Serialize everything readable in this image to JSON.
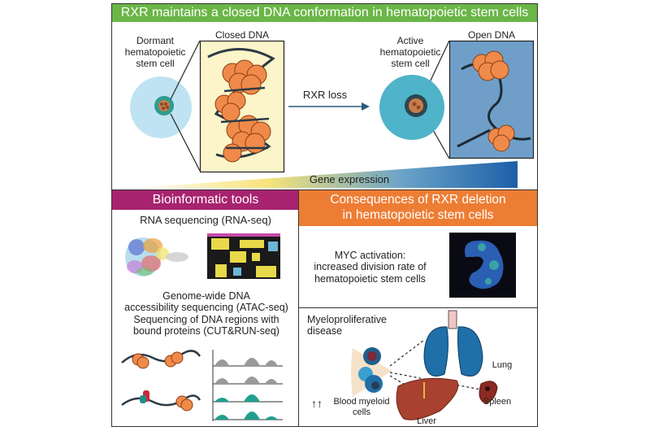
{
  "top": {
    "title": "RXR maintains a closed DNA conformation in hematopoietic stem cells",
    "dormant_label": "Dormant\nhematopoietic\nstem cell",
    "closed_dna_label": "Closed DNA",
    "arrow_label": "RXR loss",
    "active_label": "Active\nhematopoietic\nstem cell",
    "open_dna_label": "Open DNA",
    "gradient_label": "Gene expression"
  },
  "tools": {
    "title": "Bioinformatic tools",
    "rnaseq_label": "RNA sequencing (RNA-seq)",
    "atac_label": "Genome-wide DNA\naccessibility sequencing (ATAC-seq)\nSequencing of DNA regions with\nbound proteins (CUT&RUN-seq)"
  },
  "consequences": {
    "title": "Consequences of RXR deletion\nin hematopoietic stem cells",
    "myc_label": "MYC activation:\nincreased division rate of\nhematopoietic stem cells",
    "disease_label": "Myeloproliferative\ndisease",
    "lung_label": "Lung",
    "spleen_label": "Spleen",
    "liver_label": "Liver",
    "arrows_label": "↑↑",
    "blood_label": "Blood myeloid\ncells"
  },
  "colors": {
    "green_banner": "#6ab646",
    "magenta_banner": "#a7236f",
    "orange_banner": "#ee7d34",
    "cell_light": "#bfe3f2",
    "cell_teal": "#4fb3c9",
    "closed_box": "#fbf5c9",
    "open_box": "#6f9fc9",
    "nucleosome": "#f08a4b",
    "gradient_start": "#f7e37a",
    "gradient_end": "#1c5fa8"
  }
}
